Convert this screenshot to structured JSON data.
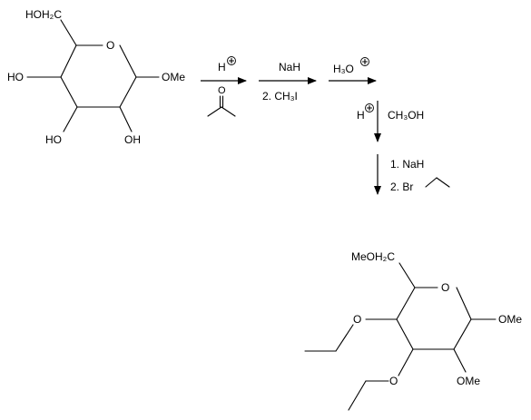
{
  "start": {
    "ch2oh": "HOH₂C",
    "o": "O",
    "ome": "OMe",
    "ho_left": "HO",
    "ho_bl": "HO",
    "oh_br": "OH"
  },
  "step1": {
    "reagent": "H",
    "charge": "+"
  },
  "step2": {
    "reagent": "NaH",
    "reagent2": "2.  CH₃I"
  },
  "step3": {
    "reagent": "H₃O",
    "charge": "+"
  },
  "step4": {
    "reagent": "H",
    "charge": "+",
    "solvent": "CH₃OH"
  },
  "step5": {
    "line1": "1.   NaH",
    "line2": "2.   Br"
  },
  "product": {
    "ch2": "MeOH₂C",
    "o_ring": "O",
    "ome_right": "OMe",
    "o_left": "O",
    "o_lower": "O",
    "ome_bottom": "OMe"
  },
  "icons": [
    "right-arrow-icon",
    "down-arrow-icon",
    "plus-charge-icon"
  ]
}
